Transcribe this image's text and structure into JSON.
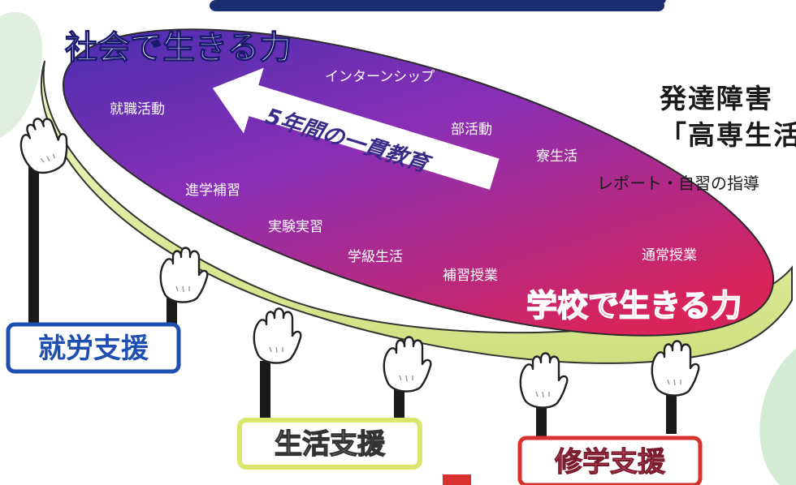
{
  "colors": {
    "disc_top_left": "#3a2fb0",
    "disc_top_mid": "#8a2fb5",
    "disc_top_right": "#d8245a",
    "disc_rim": "#dfe99a",
    "society_label": "#ffffff",
    "school_label": "#e83b5a",
    "employment_box": "#1e4fb0",
    "life_box": "#d9e86a",
    "study_box": "#d8322f"
  },
  "disc": {
    "title_society": "社会で生きる力",
    "title_school": "学校で生きる力",
    "arrow_text": "5年間の一貫教育",
    "activities": [
      "インターンシップ",
      "就職活動",
      "部活動",
      "寮生活",
      "進学補習",
      "実験実習",
      "学級生活",
      "補習授業",
      "通常授業"
    ]
  },
  "supports": {
    "employment": "就労支援",
    "life": "生活支援",
    "study": "修学支援"
  },
  "side": {
    "heading_line1": "発達障害",
    "heading_line2": "「高専生活",
    "note": "レポート・自習の指導"
  },
  "icons": [
    "white-glove-icon"
  ]
}
